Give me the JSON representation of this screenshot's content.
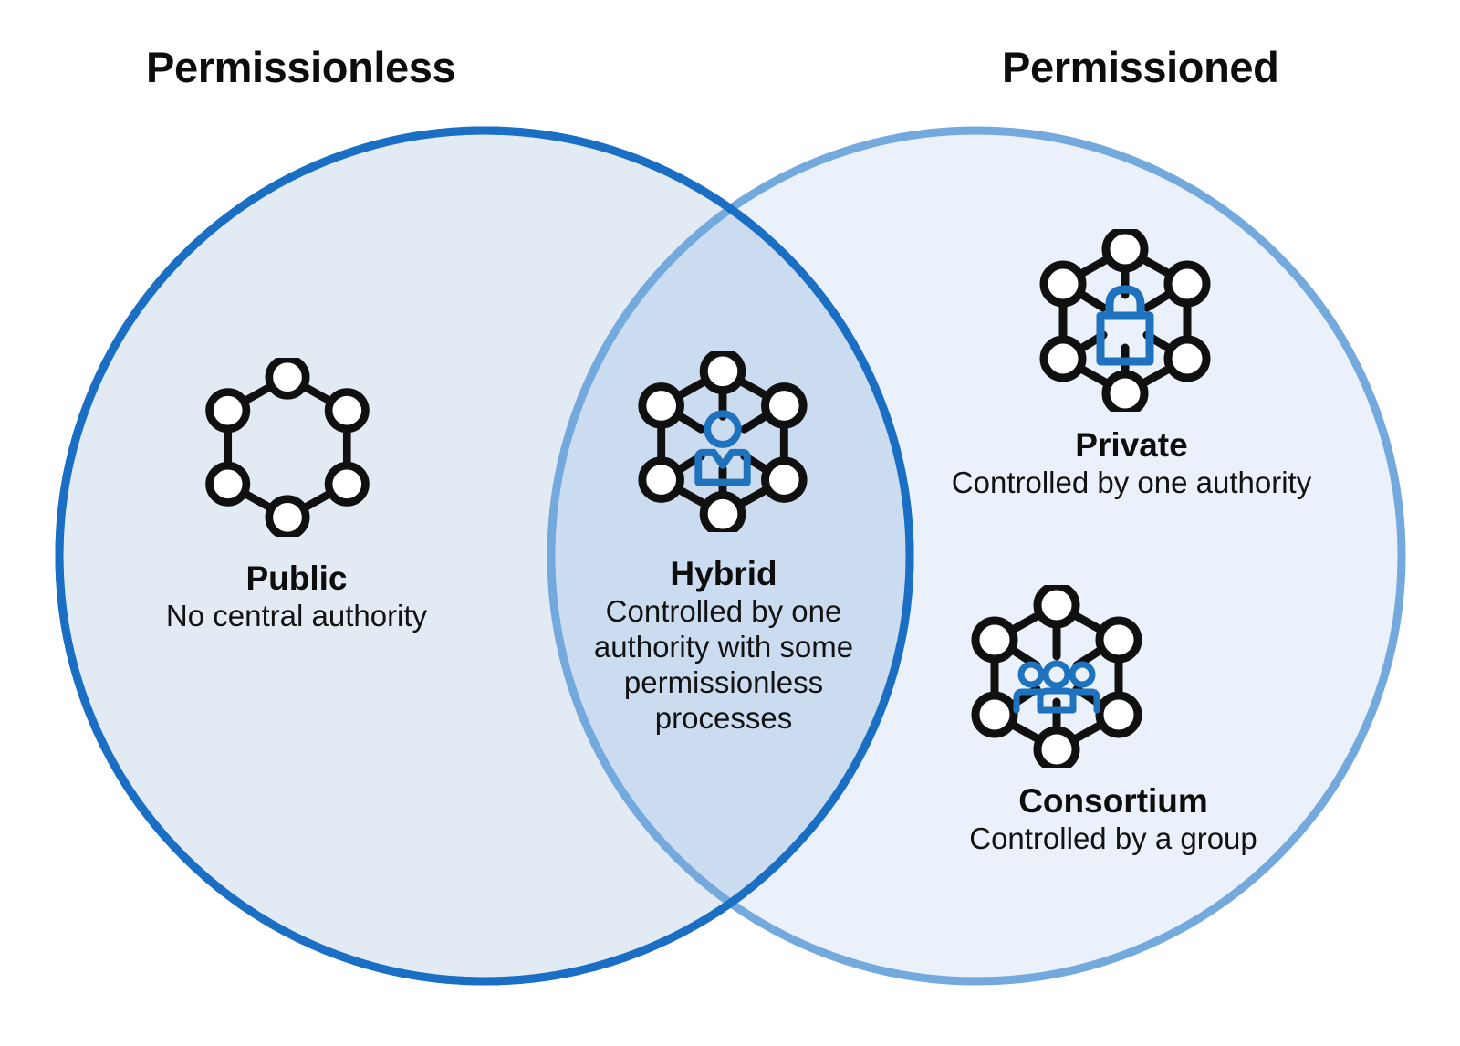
{
  "diagram": {
    "type": "venn-2-circle",
    "title_left": "Permissionless",
    "title_right": "Permissioned",
    "colors": {
      "left_circle_stroke": "#1a6fc4",
      "left_circle_fill": "#e1e9f4",
      "right_circle_stroke": "#74a9de",
      "right_circle_fill": "#eaf1fa",
      "overlap_fill": "#ccdcf0",
      "accent": "#1f72bd",
      "icon_dark": "#101010",
      "text": "#0d0d0d",
      "background": "#ffffff"
    },
    "sets": [
      {
        "id": "permissionless",
        "label": "Permissionless",
        "side": "left"
      },
      {
        "id": "permissioned",
        "label": "Permissioned",
        "side": "right"
      }
    ],
    "regions": [
      {
        "id": "public",
        "region": "left-only",
        "title": "Public",
        "description": "No central authority",
        "icon": "hexagon-network-icon"
      },
      {
        "id": "hybrid",
        "region": "intersection",
        "title": "Hybrid",
        "description": "Controlled by one authority with some permissionless processes",
        "description_lines": [
          "Controlled by one",
          "authority with some",
          "permissionless",
          "processes"
        ],
        "icon": "hexagon-network-person-icon"
      },
      {
        "id": "private",
        "region": "right-only",
        "title": "Private",
        "description": "Controlled by one authority",
        "icon": "hexagon-network-lock-icon"
      },
      {
        "id": "consortium",
        "region": "right-only",
        "title": "Consortium",
        "description": "Controlled by a group",
        "icon": "hexagon-network-group-icon"
      }
    ]
  }
}
